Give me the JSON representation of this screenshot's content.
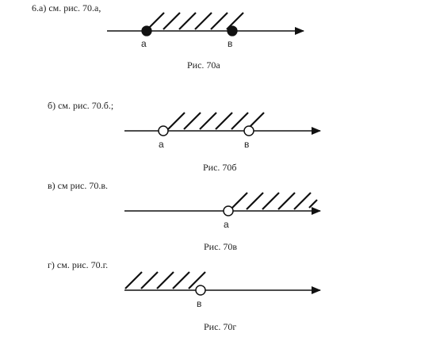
{
  "problem": {
    "part_a": "6.а) см. рис. 70.а,",
    "part_b": "б) см. рис. 70.б.;",
    "part_v": "в) см рис. 70.в.",
    "part_g": "г) см. рис. 70.г."
  },
  "figures": [
    {
      "id": "70a",
      "caption": "Рис. 70а",
      "points": [
        "а",
        "в"
      ],
      "point_style": "filled",
      "hatch": "between"
    },
    {
      "id": "70b",
      "caption": "Рис. 70б",
      "points": [
        "а",
        "в"
      ],
      "point_style": "open",
      "hatch": "between"
    },
    {
      "id": "70v",
      "caption": "Рис. 70в",
      "points": [
        "а"
      ],
      "point_style": "open",
      "hatch": "right"
    },
    {
      "id": "70g",
      "caption": "Рис. 70г",
      "points": [
        "в"
      ],
      "point_style": "open",
      "hatch": "left"
    }
  ]
}
